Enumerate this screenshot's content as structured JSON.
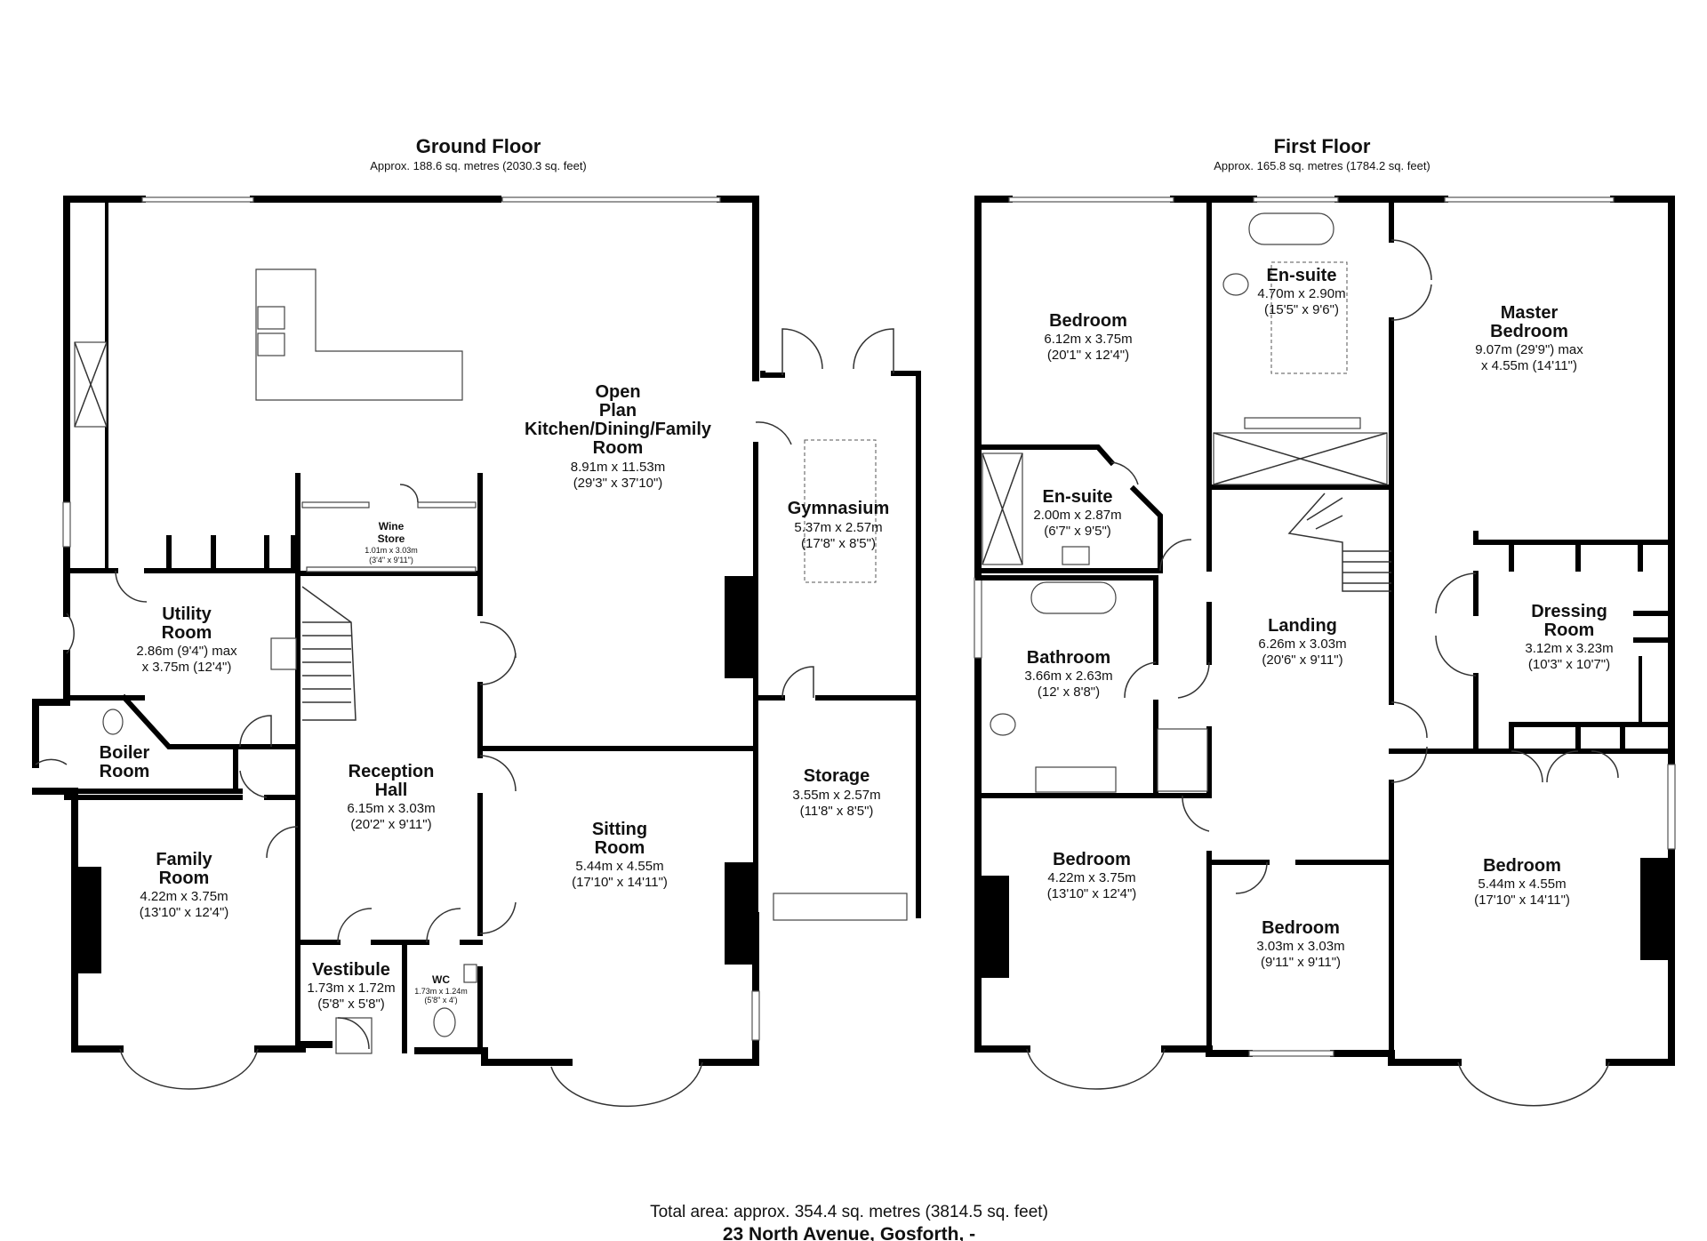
{
  "ground_floor": {
    "title": "Ground Floor",
    "area": "Approx. 188.6 sq. metres (2030.3 sq. feet)",
    "rooms": [
      {
        "name": [
          "Open",
          "Plan",
          "Kitchen/Dining/Family",
          "Room"
        ],
        "dims": [
          "8.91m x 11.53m",
          "(29'3\" x 37'10\")"
        ]
      },
      {
        "name": [
          "Gymnasium"
        ],
        "dims": [
          "5.37m x 2.57m",
          "(17'8\" x 8'5\")"
        ]
      },
      {
        "name": [
          "Wine",
          "Store"
        ],
        "dims": [
          "1.01m x 3.03m",
          "(3'4\" x 9'11\")"
        ]
      },
      {
        "name": [
          "Utility",
          "Room"
        ],
        "dims": [
          "2.86m (9'4\") max",
          "x 3.75m (12'4\")"
        ]
      },
      {
        "name": [
          "Boiler",
          "Room"
        ],
        "dims": []
      },
      {
        "name": [
          "Reception",
          "Hall"
        ],
        "dims": [
          "6.15m x 3.03m",
          "(20'2\" x 9'11\")"
        ]
      },
      {
        "name": [
          "Family",
          "Room"
        ],
        "dims": [
          "4.22m x 3.75m",
          "(13'10\" x 12'4\")"
        ]
      },
      {
        "name": [
          "Sitting",
          "Room"
        ],
        "dims": [
          "5.44m x 4.55m",
          "(17'10\" x 14'11\")"
        ]
      },
      {
        "name": [
          "Storage"
        ],
        "dims": [
          "3.55m x 2.57m",
          "(11'8\" x 8'5\")"
        ]
      },
      {
        "name": [
          "Vestibule"
        ],
        "dims": [
          "1.73m x 1.72m",
          "(5'8\" x 5'8\")"
        ]
      },
      {
        "name": [
          "WC"
        ],
        "dims": [
          "1.73m x 1.24m",
          "(5'8\" x 4')"
        ]
      }
    ]
  },
  "first_floor": {
    "title": "First Floor",
    "area": "Approx. 165.8 sq. metres (1784.2 sq. feet)",
    "rooms": [
      {
        "name": [
          "Bedroom"
        ],
        "dims": [
          "6.12m x 3.75m",
          "(20'1\" x 12'4\")"
        ]
      },
      {
        "name": [
          "En-suite"
        ],
        "dims": [
          "4.70m x 2.90m",
          "(15'5\" x 9'6\")"
        ]
      },
      {
        "name": [
          "Master",
          "Bedroom"
        ],
        "dims": [
          "9.07m (29'9\") max",
          "x 4.55m (14'11\")"
        ]
      },
      {
        "name": [
          "En-suite"
        ],
        "dims": [
          "2.00m x 2.87m",
          "(6'7\" x 9'5\")"
        ]
      },
      {
        "name": [
          "Landing"
        ],
        "dims": [
          "6.26m x 3.03m",
          "(20'6\" x 9'11\")"
        ]
      },
      {
        "name": [
          "Dressing",
          "Room"
        ],
        "dims": [
          "3.12m x 3.23m",
          "(10'3\" x 10'7\")"
        ]
      },
      {
        "name": [
          "Bathroom"
        ],
        "dims": [
          "3.66m x 2.63m",
          "(12' x 8'8\")"
        ]
      },
      {
        "name": [
          "Bedroom"
        ],
        "dims": [
          "4.22m x 3.75m",
          "(13'10\" x 12'4\")"
        ]
      },
      {
        "name": [
          "Bedroom"
        ],
        "dims": [
          "5.44m x 4.55m",
          "(17'10\" x 14'11\")"
        ]
      },
      {
        "name": [
          "Bedroom"
        ],
        "dims": [
          "3.03m x 3.03m",
          "(9'11\" x 9'11\")"
        ]
      }
    ]
  },
  "footer": {
    "total_area": "Total area: approx. 354.4 sq. metres (3814.5 sq. feet)",
    "address": "23 North Avenue, Gosforth, -"
  }
}
